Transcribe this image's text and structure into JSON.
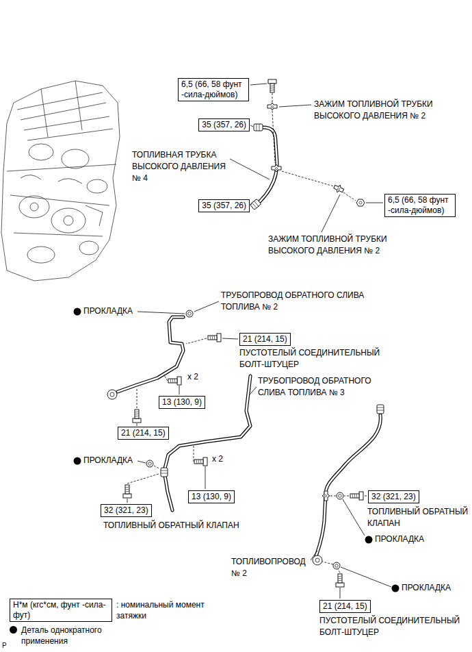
{
  "diagram": {
    "nodes": [
      {
        "text": [
          "6,5 (66, 58 фунт -сила-дюймов)"
        ]
      },
      {
        "text": [
          "35 (357, 26)"
        ]
      },
      {
        "text": [
          "6,5 (66, 58 фунт -сила-дюймов)"
        ]
      },
      {
        "text": [
          "35 (357, 26)"
        ]
      },
      {
        "text": [
          "21 (214, 15)"
        ]
      },
      {
        "text": [
          "13 (130, 9)"
        ]
      },
      {
        "text": [
          "21 (214, 15)"
        ]
      },
      {
        "text": [
          "32 (321, 23)"
        ]
      },
      {
        "text": [
          "13 (130, 9)"
        ]
      },
      {
        "text": [
          "32 (321, 23)"
        ]
      },
      {
        "text": [
          "21 (214, 15)"
        ]
      },
      {
        "text": [
          "Н*м (кгс*см, фунт -сила-фут)"
        ]
      }
    ],
    "labels": [
      "ЗАЖИМ ТОПЛИВНОЙ ТРУБКИ ВЫСОКОГО ДАВЛЕНИЯ № 2",
      "ТОПЛИВНАЯ ТРУБКА ВЫСОКОГО ДАВЛЕНИЯ № 4",
      "ЗАЖИМ ТОПЛИВНОЙ ТРУБКИ ВЫСОКОГО ДАВЛЕНИЯ № 2",
      "ТРУБОПРОВОД ОБРАТНОГО СЛИВА ТОПЛИВА № 2",
      "ПРОКЛАДКА",
      "ПУСТОТЕЛЫЙ СОЕДИНИТЕЛЬНЫЙ БОЛТ-ШТУЦЕР",
      "x 2",
      "ТРУБОПРОВОД ОБРАТНОГО СЛИВА ТОПЛИВА № 3",
      "x 2",
      "ПРОКЛАДКА",
      "ТОПЛИВНЫЙ ОБРАТНЫЙ КЛАПАН",
      "ТОПЛИВНЫЙ ОБРАТНЫЙ КЛАПАН",
      "ПРОКЛАДКА",
      "ТОПЛИВОПРОВОД № 2",
      "ПРОКЛАДКА",
      "ПУСТОТЕЛЫЙ СОЕДИНИТЕЛЬНЫЙ БОЛТ-ШТУЦЕР",
      "P"
    ],
    "legend": [
      {
        "text": ": номинальный момент затяжки"
      },
      {
        "text": "Деталь однократного применения",
        "color": "#000000"
      }
    ]
  }
}
